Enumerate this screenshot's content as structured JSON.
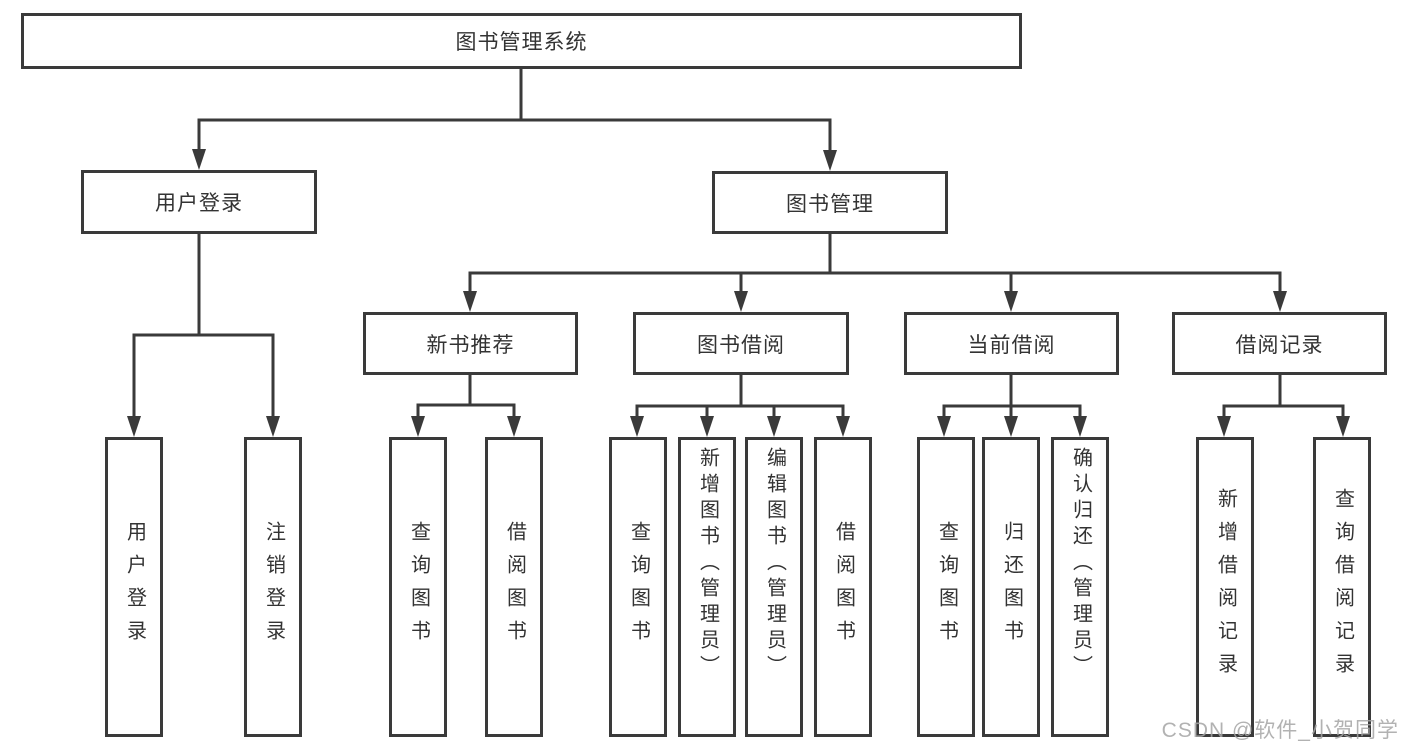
{
  "diagram": {
    "root": {
      "label": "图书管理系统"
    },
    "branches": [
      {
        "label": "用户登录",
        "children": [
          {
            "label": "用户登录"
          },
          {
            "label": "注销登录"
          }
        ]
      },
      {
        "label": "图书管理",
        "children": [
          {
            "label": "新书推荐",
            "children": [
              {
                "label": "查询图书"
              },
              {
                "label": "借阅图书"
              }
            ]
          },
          {
            "label": "图书借阅",
            "children": [
              {
                "label": "查询图书"
              },
              {
                "label": "新增图书（管理员）"
              },
              {
                "label": "编辑图书（管理员）"
              },
              {
                "label": "借阅图书"
              }
            ]
          },
          {
            "label": "当前借阅",
            "children": [
              {
                "label": "查询图书"
              },
              {
                "label": "归还图书"
              },
              {
                "label": "确认归还（管理员）"
              }
            ]
          },
          {
            "label": "借阅记录",
            "children": [
              {
                "label": "新增借阅记录"
              },
              {
                "label": "查询借阅记录"
              }
            ]
          }
        ]
      }
    ]
  },
  "watermark": {
    "text": "CSDN @软件_小贺同学"
  },
  "colors": {
    "line": "#3a3a3a",
    "text": "#333333",
    "watermark": "#a5a5a5",
    "background": "#ffffff"
  }
}
